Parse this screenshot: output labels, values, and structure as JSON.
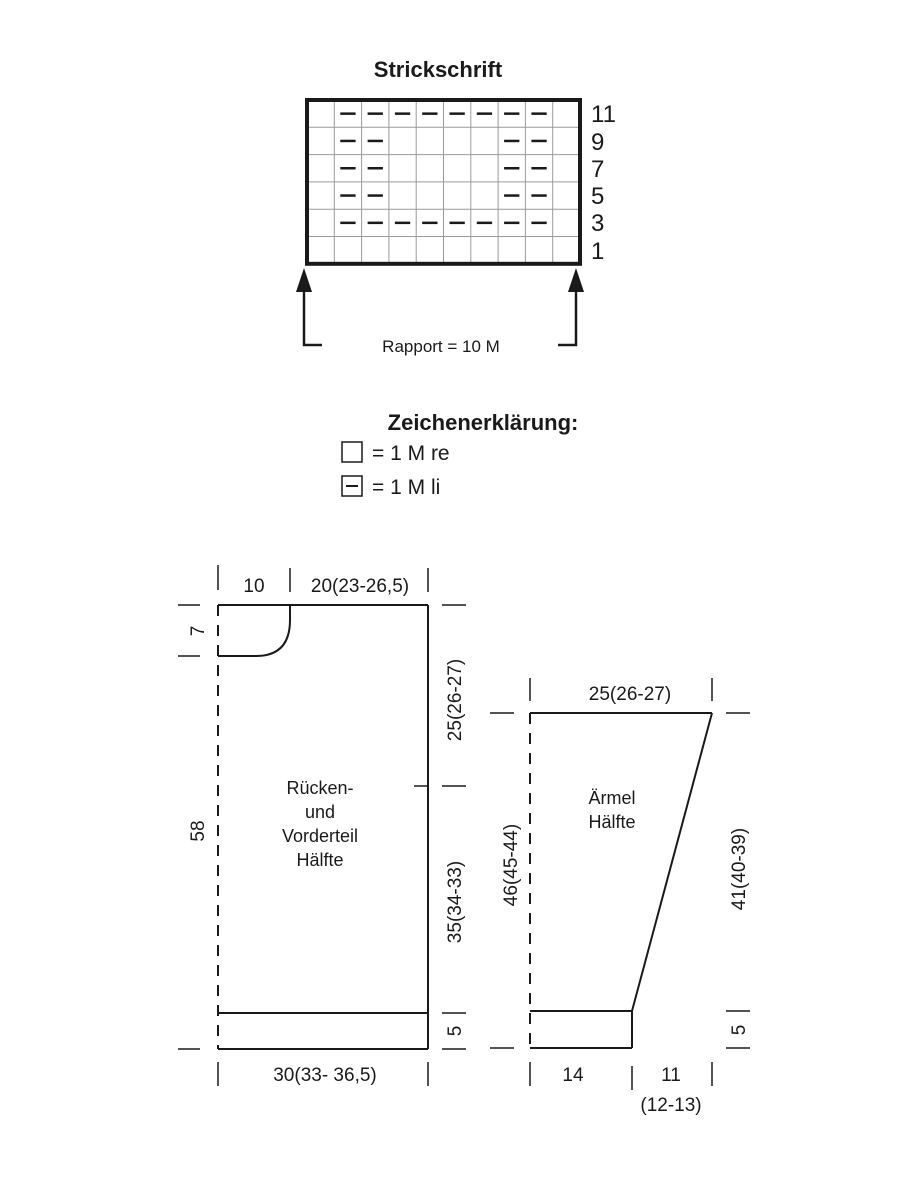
{
  "chart": {
    "title": "Strickschrift",
    "row_numbers": [
      "11",
      "9",
      "7",
      "5",
      "3",
      "1"
    ],
    "rapport_label": "Rapport = 10 M",
    "grid": {
      "columns": 10,
      "rows": 6,
      "purl_rows": [
        [
          1,
          2,
          3,
          4,
          5,
          6,
          7,
          8
        ],
        [
          1,
          2,
          7,
          8
        ],
        [
          1,
          2,
          7,
          8
        ],
        [
          1,
          2,
          7,
          8
        ],
        [
          1,
          2,
          3,
          4,
          5,
          6,
          7,
          8
        ],
        []
      ]
    }
  },
  "legend": {
    "title": "Zeichenerklärung:",
    "knit_label": "= 1 M re",
    "purl_label": "= 1 M li"
  },
  "body_piece": {
    "label_line1": "Rücken-",
    "label_line2": "und",
    "label_line3": "Vorderteil",
    "label_line4": "Hälfte",
    "top_left": "10",
    "top_right": "20(23-26,5)",
    "neck_depth": "7",
    "total_height": "58",
    "upper_right": "25(26-27)",
    "lower_right": "35(34-33)",
    "hem": "5",
    "bottom_width": "30(33- 36,5)"
  },
  "sleeve_piece": {
    "label_line1": "Ärmel",
    "label_line2": "Hälfte",
    "top_width": "25(26-27)",
    "left_height": "46(45-44)",
    "right_height": "41(40-39)",
    "hem": "5",
    "bottom_left": "14",
    "bottom_right_line1": "11",
    "bottom_right_line2": "(12-13)"
  }
}
